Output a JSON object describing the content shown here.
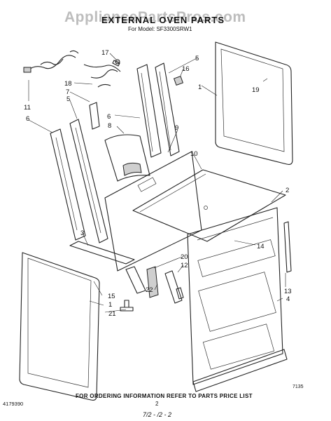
{
  "watermark": "AppliancePartsPros.com",
  "header": {
    "title": "EXTERNAL OVEN PARTS",
    "subtitle": "For Model: SF3300SRW1"
  },
  "callouts": [
    "17",
    "5",
    "16",
    "18",
    "7",
    "1",
    "19",
    "11",
    "5",
    "6",
    "6",
    "8",
    "9",
    "10",
    "2",
    "3",
    "14",
    "20",
    "12",
    "15",
    "22",
    "13",
    "4",
    "1",
    "21"
  ],
  "footer": {
    "code_right": "7135",
    "order_note": "FOR ORDERING INFORMATION REFER TO PARTS PRICE LIST",
    "doc_number": "4179390",
    "page_number": "2",
    "date": "7/2 - /2 - 2"
  }
}
